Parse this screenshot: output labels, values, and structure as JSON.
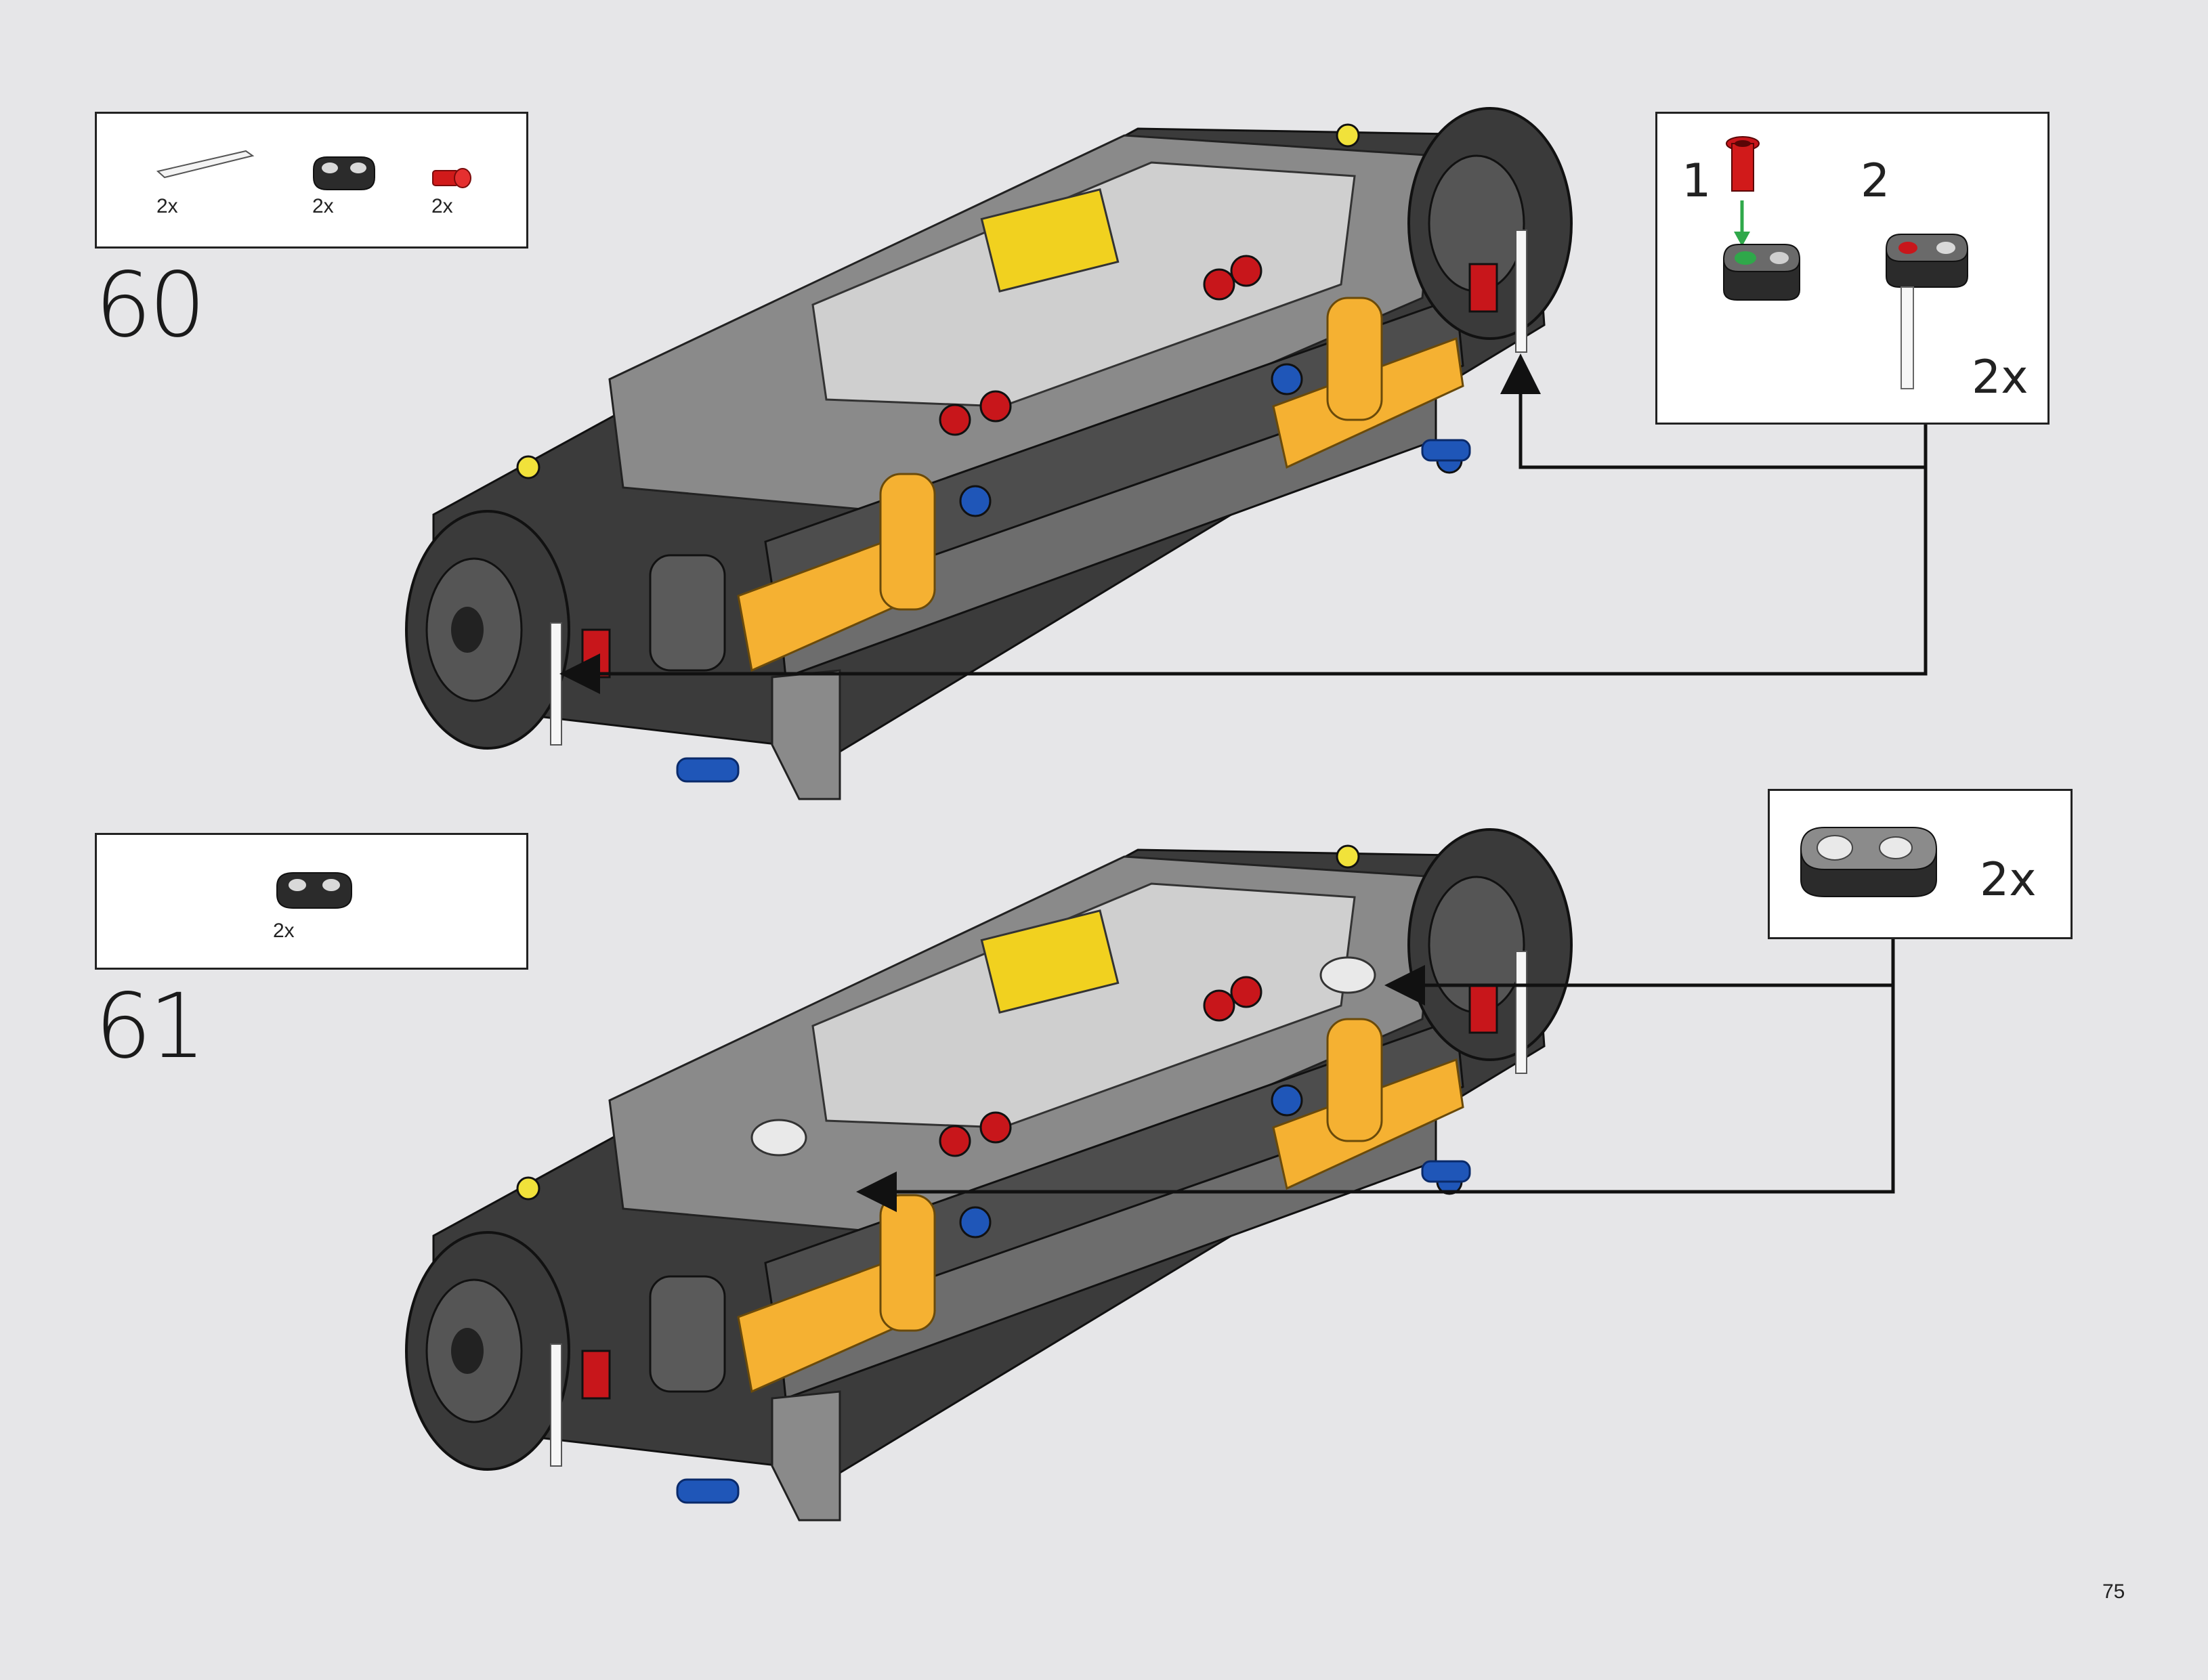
{
  "page_number": "75",
  "steps": [
    {
      "number": "60",
      "parts": [
        {
          "icon": "axle-icon",
          "qty": "2x",
          "color": "#e8e8e8"
        },
        {
          "icon": "connector-beam-icon",
          "qty": "2x",
          "color": "#2b2b2b"
        },
        {
          "icon": "pin-icon",
          "qty": "2x",
          "color": "#d11a1a"
        }
      ],
      "subassembly": {
        "substeps": [
          "1",
          "2"
        ],
        "qty": "2x"
      }
    },
    {
      "number": "61",
      "parts": [
        {
          "icon": "connector-beam-icon",
          "qty": "2x",
          "color": "#2b2b2b"
        }
      ],
      "callout": {
        "qty": "2x"
      }
    }
  ],
  "colors": {
    "background": "#e6e6e8",
    "frame": "#222222",
    "chassis_dark": "#3b3b3b",
    "chassis_grey": "#8a8a8a",
    "accent_yellow": "#f5b132",
    "accent_red": "#c8161b",
    "accent_blue": "#1f56b8",
    "arrow_green": "#2fa84a"
  }
}
